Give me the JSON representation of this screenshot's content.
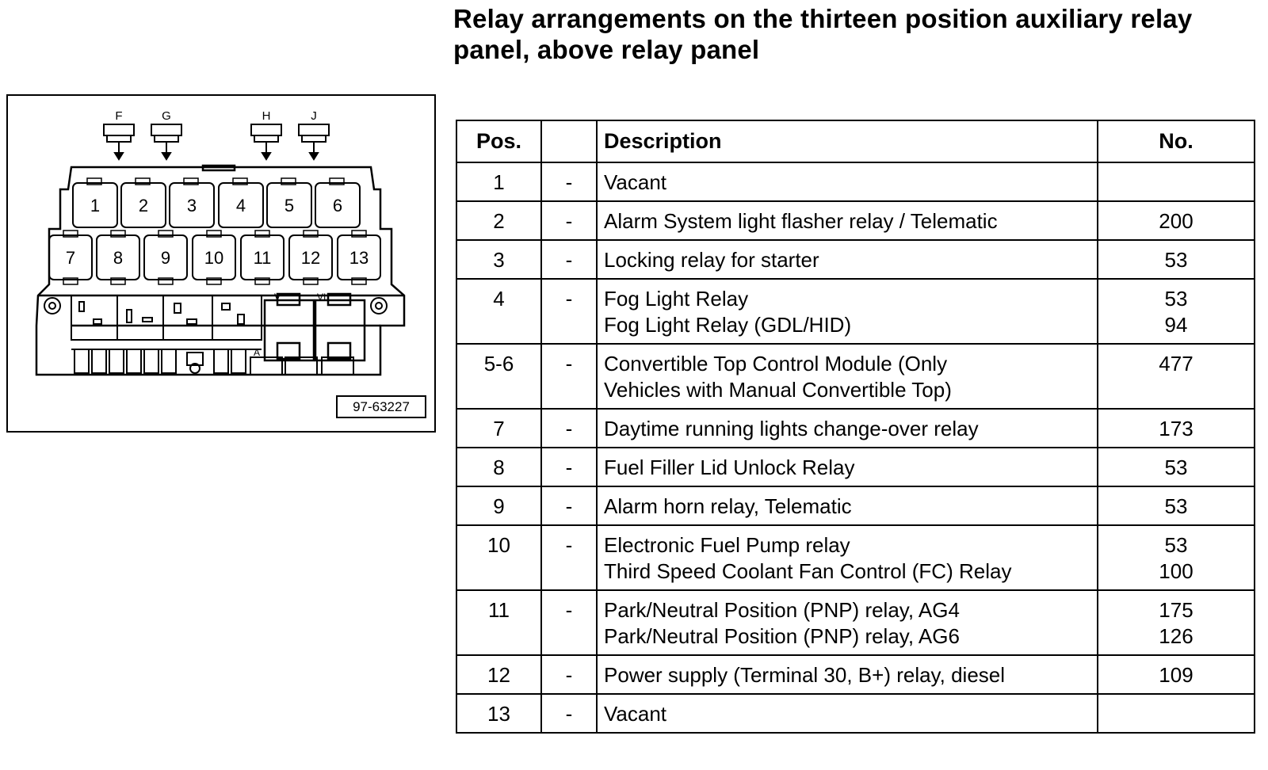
{
  "title_line1": "Relay arrangements on the thirteen position auxiliary relay",
  "title_line2": "panel, above relay panel",
  "figure": {
    "connector_letters": [
      "F",
      "G",
      "H",
      "J"
    ],
    "relay_numbers": [
      "1",
      "2",
      "3",
      "4",
      "5",
      "6",
      "7",
      "8",
      "9",
      "10",
      "11",
      "12",
      "13"
    ],
    "roman_labels": [
      "V",
      "VI"
    ],
    "letter_a": "A",
    "code": "97-63227"
  },
  "table": {
    "headers": {
      "pos": "Pos.",
      "dash": "",
      "desc": "Description",
      "no": "No."
    },
    "rows": [
      {
        "pos": "1",
        "dash": "-",
        "desc": [
          "Vacant"
        ],
        "no": [
          ""
        ]
      },
      {
        "pos": "2",
        "dash": "-",
        "desc": [
          "Alarm System light flasher relay / Telematic"
        ],
        "no": [
          "200"
        ]
      },
      {
        "pos": "3",
        "dash": "-",
        "desc": [
          "Locking relay for starter"
        ],
        "no": [
          "53"
        ]
      },
      {
        "pos": "4",
        "dash": "-",
        "desc": [
          "Fog Light Relay",
          "Fog Light Relay (GDL/HID)"
        ],
        "no": [
          "53",
          "94"
        ]
      },
      {
        "pos": "5-6",
        "dash": "-",
        "desc": [
          "Convertible Top Control Module (Only",
          "Vehicles with Manual Convertible Top)"
        ],
        "no": [
          "477"
        ]
      },
      {
        "pos": "7",
        "dash": "-",
        "desc": [
          "Daytime running lights change-over relay"
        ],
        "no": [
          "173"
        ]
      },
      {
        "pos": "8",
        "dash": "-",
        "desc": [
          "Fuel Filler Lid Unlock Relay"
        ],
        "no": [
          "53"
        ]
      },
      {
        "pos": "9",
        "dash": "-",
        "desc": [
          "Alarm horn relay, Telematic"
        ],
        "no": [
          "53"
        ]
      },
      {
        "pos": "10",
        "dash": "-",
        "desc": [
          "Electronic Fuel Pump relay",
          "Third Speed Coolant Fan Control (FC) Relay"
        ],
        "no": [
          "53",
          "100"
        ]
      },
      {
        "pos": "11",
        "dash": "-",
        "desc": [
          "Park/Neutral Position (PNP) relay, AG4",
          "Park/Neutral Position (PNP) relay, AG6"
        ],
        "no": [
          "175",
          "126"
        ]
      },
      {
        "pos": "12",
        "dash": "-",
        "desc": [
          "Power supply (Terminal 30, B+) relay, diesel"
        ],
        "no": [
          "109"
        ]
      },
      {
        "pos": "13",
        "dash": "-",
        "desc": [
          "Vacant"
        ],
        "no": [
          ""
        ]
      }
    ]
  }
}
